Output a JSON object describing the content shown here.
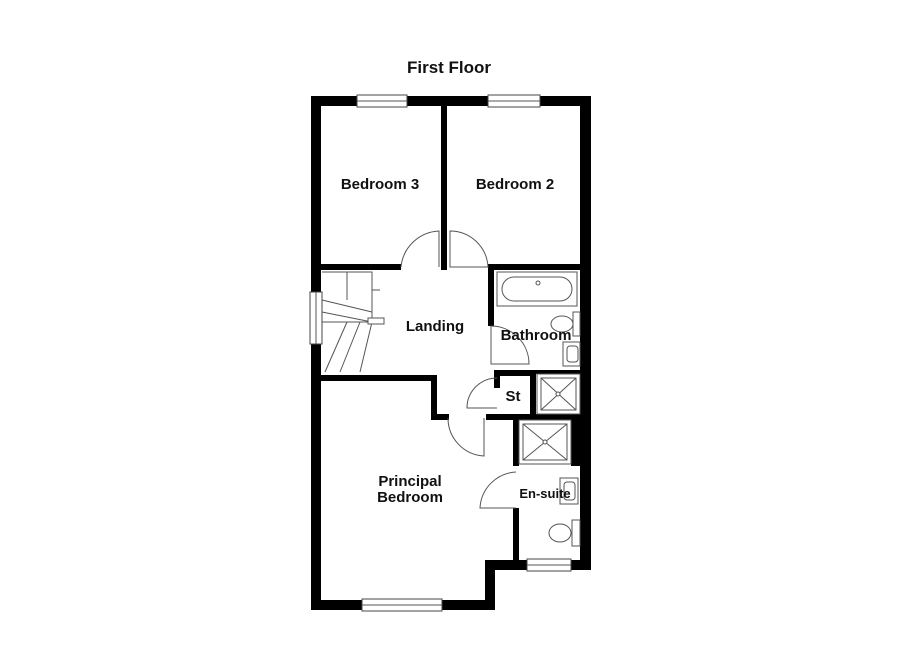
{
  "title": "First Floor",
  "rooms": {
    "bedroom3": "Bedroom 3",
    "bedroom2": "Bedroom 2",
    "landing": "Landing",
    "bathroom": "Bathroom",
    "store": "St",
    "principal_line1": "Principal",
    "principal_line2": "Bedroom",
    "ensuite": "En-suite"
  },
  "colors": {
    "wall": "#000000",
    "fixture_stroke": "#555555",
    "background": "#ffffff"
  }
}
